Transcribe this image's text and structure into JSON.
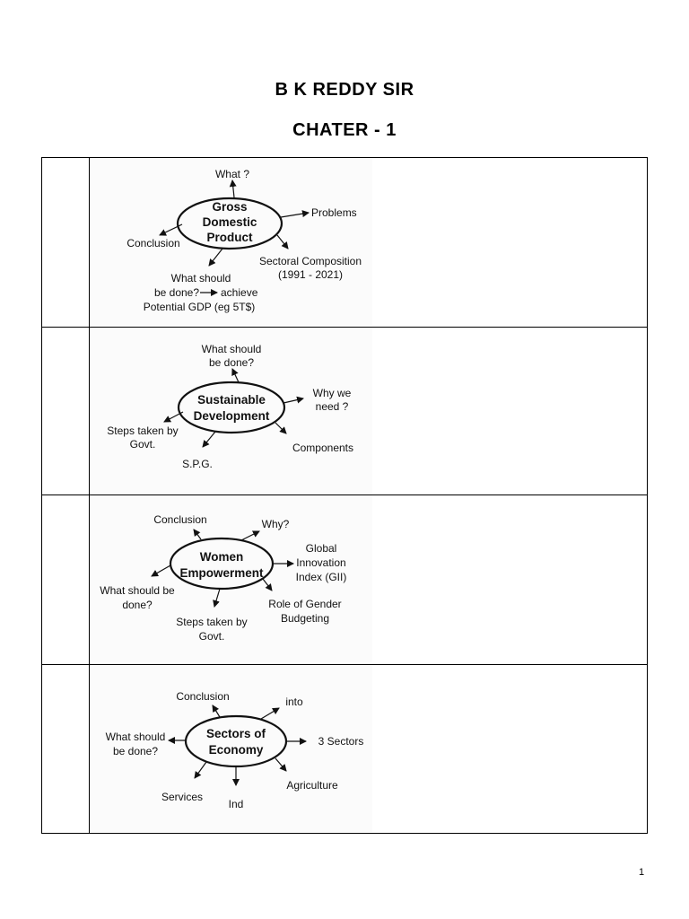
{
  "header": {
    "title": "B K REDDY SIR",
    "chapter": "CHATER - 1"
  },
  "diagrams": [
    {
      "center": [
        "Gross",
        "Domestic",
        "Product"
      ],
      "nodes": [
        {
          "lines": [
            "What ?"
          ]
        },
        {
          "lines": [
            "Problems"
          ]
        },
        {
          "lines": [
            "Conclusion"
          ]
        },
        {
          "lines": [
            "Sectoral Composition",
            "(1991 - 2021)"
          ]
        },
        {
          "lines": [
            "What should",
            "be done?",
            "achieve",
            "Potential GDP (eg 5T$)"
          ]
        }
      ]
    },
    {
      "center": [
        "Sustainable",
        "Development"
      ],
      "nodes": [
        {
          "lines": [
            "What should",
            "be done?"
          ]
        },
        {
          "lines": [
            "Why we",
            "need ?"
          ]
        },
        {
          "lines": [
            "Steps taken by",
            "Govt."
          ]
        },
        {
          "lines": [
            "Components"
          ]
        },
        {
          "lines": [
            "S.P.G."
          ]
        }
      ]
    },
    {
      "center": [
        "Women",
        "Empowerment"
      ],
      "nodes": [
        {
          "lines": [
            "Conclusion"
          ]
        },
        {
          "lines": [
            "Why?"
          ]
        },
        {
          "lines": [
            "Global",
            "Innovation",
            "Index (GII)"
          ]
        },
        {
          "lines": [
            "What should be",
            "done?"
          ]
        },
        {
          "lines": [
            "Role of Gender",
            "Budgeting"
          ]
        },
        {
          "lines": [
            "Steps taken by",
            "Govt."
          ]
        }
      ]
    },
    {
      "center": [
        "Sectors of",
        "Economy"
      ],
      "nodes": [
        {
          "lines": [
            "Conclusion"
          ]
        },
        {
          "lines": [
            "into"
          ]
        },
        {
          "lines": [
            "What should",
            "be done?"
          ]
        },
        {
          "lines": [
            "3 Sectors"
          ]
        },
        {
          "lines": [
            "Agriculture"
          ]
        },
        {
          "lines": [
            "Services"
          ]
        },
        {
          "lines": [
            "Ind"
          ]
        }
      ]
    }
  ],
  "footer": {
    "page_number": "1"
  }
}
